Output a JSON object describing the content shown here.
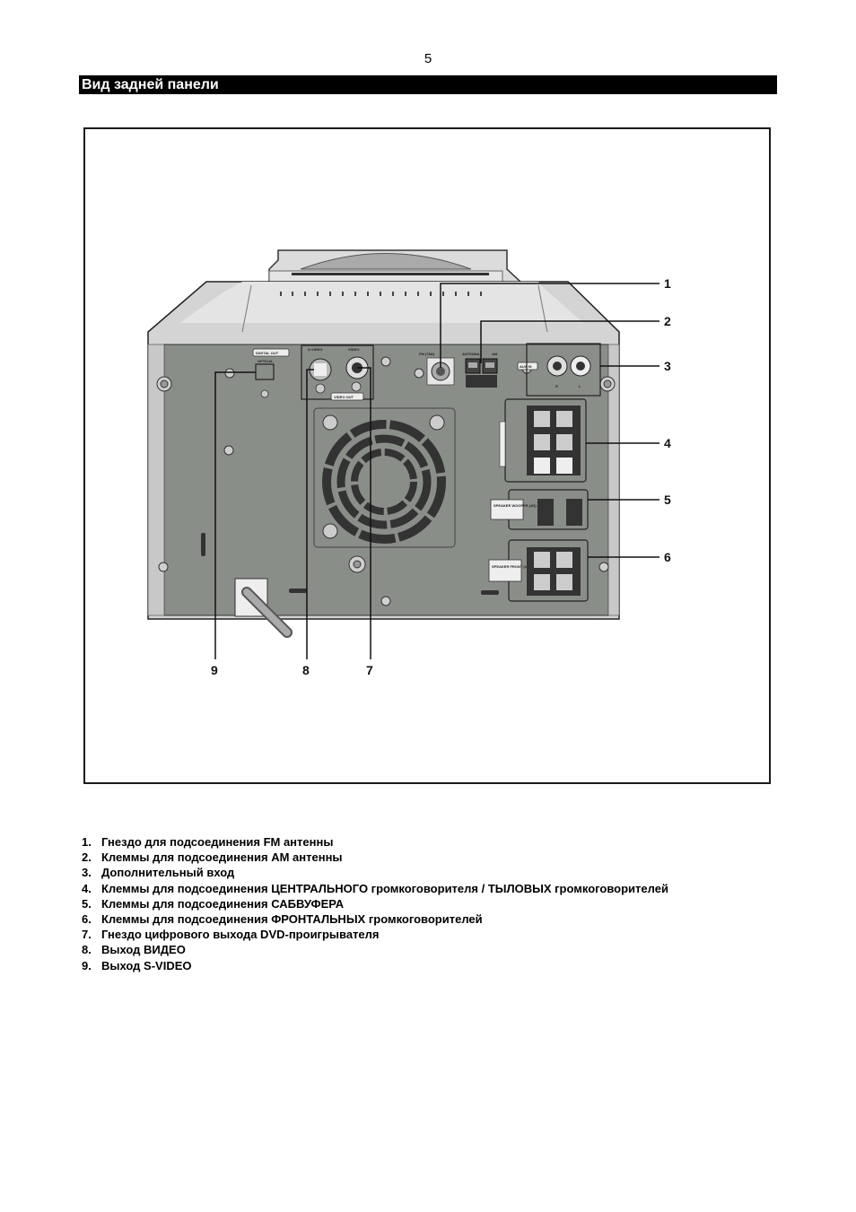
{
  "page": {
    "number": "5",
    "section_title": "Вид задней панели"
  },
  "figure": {
    "colors": {
      "panel": "#8a8e88",
      "body": "#d3d3d3",
      "body_top": "#e6e6e6",
      "line": "#1a1a1a"
    },
    "callouts": [
      "1",
      "2",
      "3",
      "4",
      "5",
      "6",
      "7",
      "8",
      "9"
    ],
    "panel_labels": {
      "digital_out": "DIGITAL OUT",
      "optical": "OPTICAL",
      "s_video": "S-VIDEO",
      "video": "VIDEO",
      "video_out": "VIDEO OUT",
      "fm": "FM (75Ω)",
      "antenna": "ANTENNA",
      "am": "AM",
      "aux_in": "AUX IN",
      "r": "R",
      "l": "L",
      "sub_speaker": "SPEAKER WOOFER (4Ω)",
      "front_speaker": "SPEAKER FRONT (4Ω)"
    }
  },
  "legend": [
    {
      "num": "1.",
      "text": "Гнездо для подсоединения FM антенны"
    },
    {
      "num": "2.",
      "text": "Клеммы для подсоединения АМ антенны"
    },
    {
      "num": "3.",
      "text": "Дополнительный вход"
    },
    {
      "num": "4.",
      "text": "Клеммы для подсоединения ЦЕНТРАЛЬНОГО громкоговорителя / ТЫЛОВЫХ громкоговорителей"
    },
    {
      "num": "5.",
      "text": "Клеммы для подсоединения САБВУФЕРА"
    },
    {
      "num": "6.",
      "text": "Клеммы для подсоединения ФРОНТАЛЬНЫХ громкоговорителей"
    },
    {
      "num": "7.",
      "text": "Гнездо цифрового выхода DVD-проигрывателя"
    },
    {
      "num": "8.",
      "text": "Выход ВИДЕО"
    },
    {
      "num": "9.",
      "text": "Выход S-VIDEO"
    }
  ]
}
